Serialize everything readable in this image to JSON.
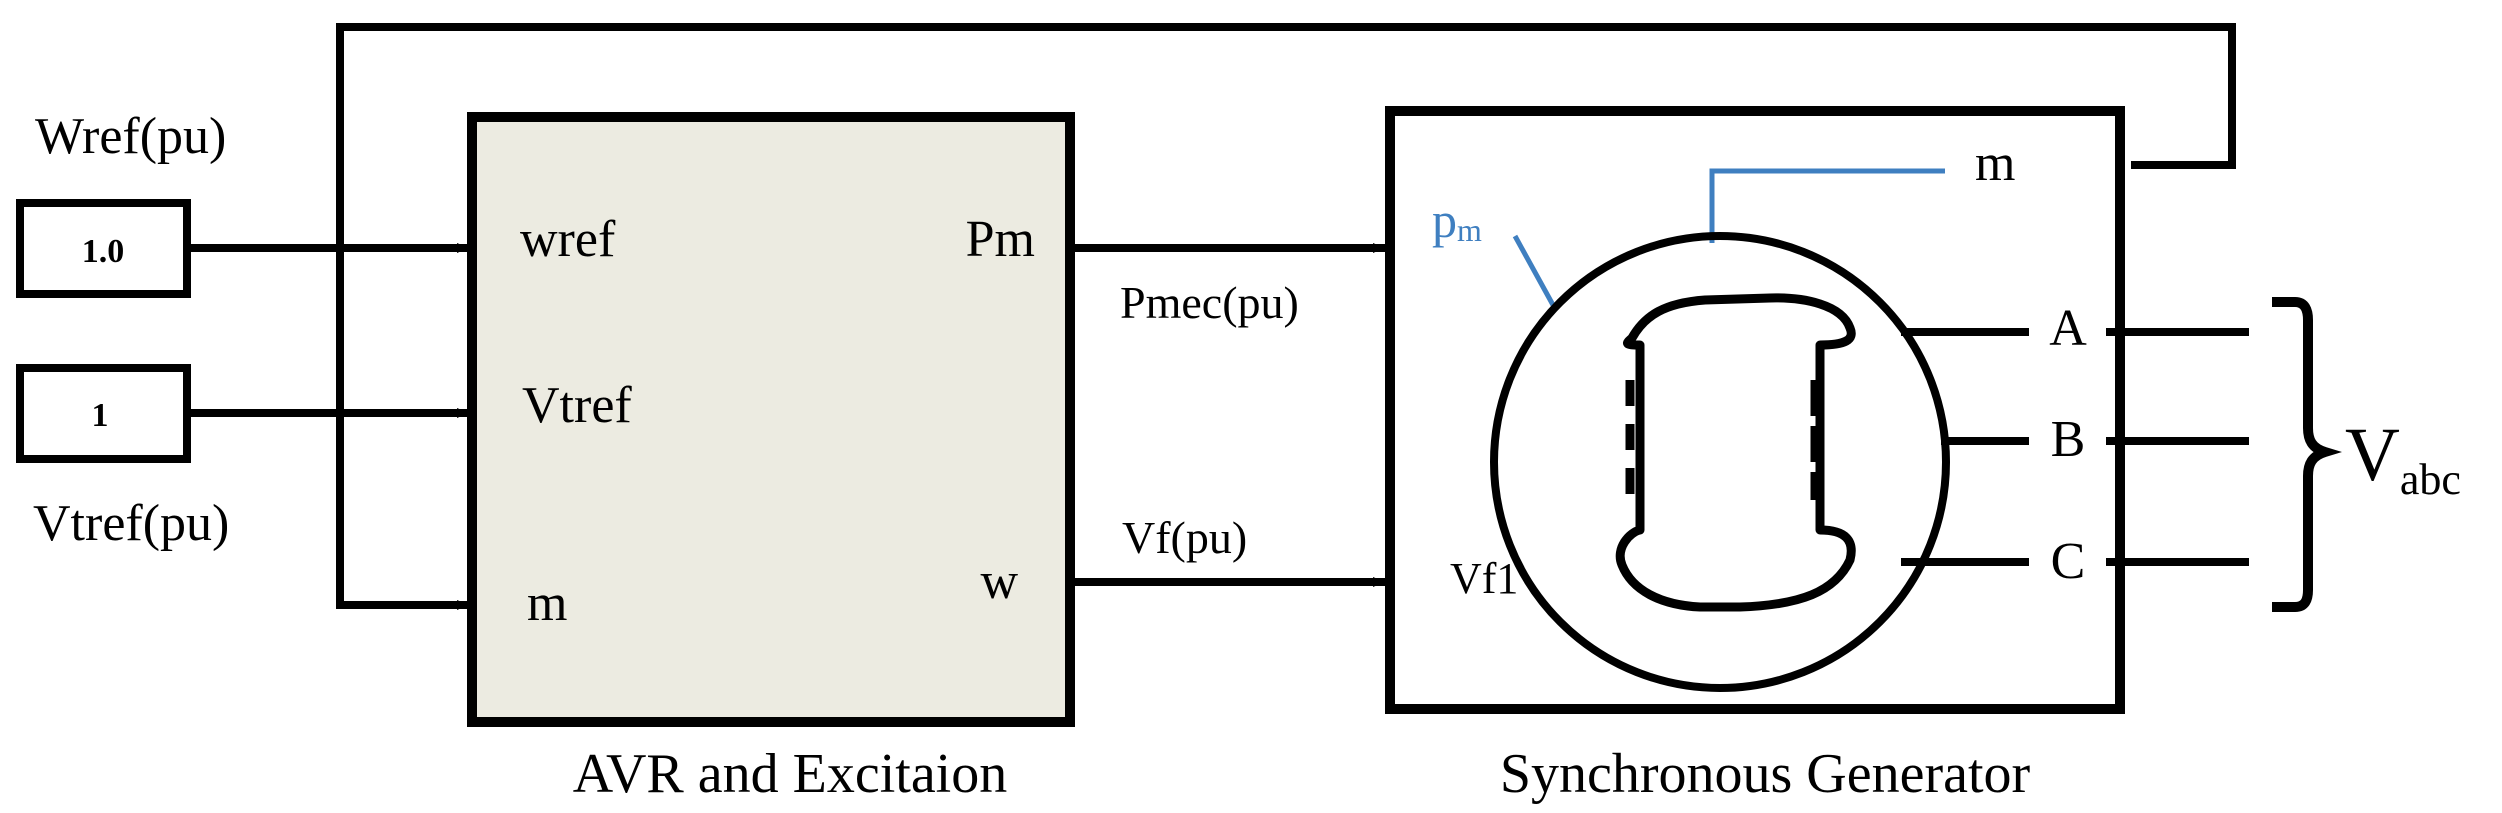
{
  "colors": {
    "line": "#000000",
    "block_fill": "#ecebe1",
    "signal_blue": "#3f7fc0",
    "background": "#ffffff"
  },
  "inputs": {
    "wref_label": "Wref(pu)",
    "wref_value": "1.0",
    "vtref_label": "Vtref(pu)",
    "vtref_value": "1"
  },
  "avr_block": {
    "title": "AVR and Excitaion",
    "port_wref": "wref",
    "port_vtref": "Vtref",
    "port_m": "m",
    "port_pm": "Pm",
    "port_w": "w"
  },
  "signals": {
    "pmec": "Pmec(pu)",
    "vf": "Vf(pu)"
  },
  "generator_block": {
    "title": "Synchronous Generator",
    "port_pm_main": "p",
    "port_pm_sub": "m",
    "port_m": "m",
    "port_vf": "Vf1",
    "phase_a": "A",
    "phase_b": "B",
    "phase_c": "C",
    "symbol_icon": "synchronous-machine-icon"
  },
  "output": {
    "label_main": "V",
    "label_sub": "abc"
  }
}
